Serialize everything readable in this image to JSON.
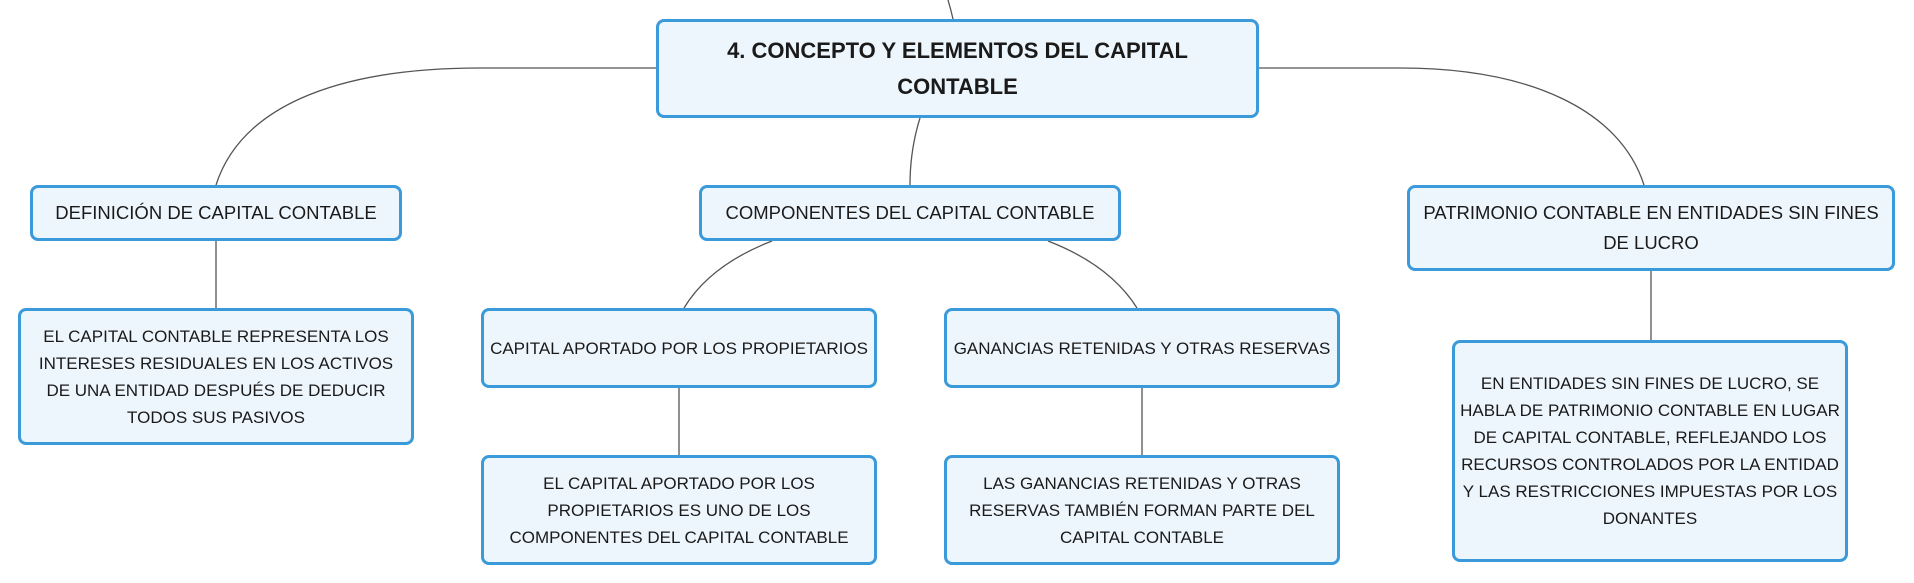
{
  "root": {
    "title": "4. CONCEPTO Y ELEMENTOS DEL CAPITAL CONTABLE"
  },
  "branches": {
    "definicion": {
      "title": "DEFINICIÓN DE CAPITAL CONTABLE",
      "description": "EL CAPITAL CONTABLE REPRESENTA LOS INTERESES RESIDUALES EN LOS ACTIVOS DE UNA ENTIDAD DESPUÉS DE DEDUCIR TODOS SUS PASIVOS"
    },
    "componentes": {
      "title": "COMPONENTES DEL CAPITAL CONTABLE",
      "children": {
        "capital_aportado": {
          "title": "CAPITAL APORTADO POR LOS PROPIETARIOS",
          "description": "EL CAPITAL APORTADO POR LOS PROPIETARIOS ES UNO DE LOS COMPONENTES DEL CAPITAL CONTABLE"
        },
        "ganancias_retenidas": {
          "title": "GANANCIAS RETENIDAS Y OTRAS RESERVAS",
          "description": "LAS GANANCIAS RETENIDAS Y OTRAS RESERVAS TAMBIÉN FORMAN PARTE DEL CAPITAL CONTABLE"
        }
      }
    },
    "patrimonio": {
      "title": "PATRIMONIO CONTABLE EN ENTIDADES SIN FINES DE LUCRO",
      "description": "EN ENTIDADES SIN FINES DE LUCRO, SE HABLA DE PATRIMONIO CONTABLE EN LUGAR DE CAPITAL CONTABLE, REFLEJANDO LOS RECURSOS CONTROLADOS POR LA ENTIDAD Y LAS RESTRICCIONES IMPUESTAS POR LOS DONANTES"
    }
  },
  "colors": {
    "node_border": "#3b9ad9",
    "node_fill": "#eef6fd",
    "connector": "#555555"
  }
}
